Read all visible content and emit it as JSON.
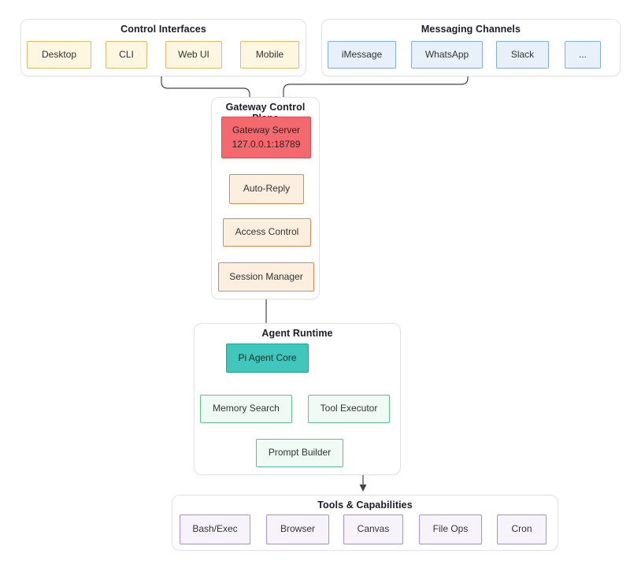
{
  "diagram": {
    "groups": {
      "control_interfaces": {
        "title": "Control Interfaces",
        "nodes": {
          "desktop": "Desktop",
          "cli": "CLI",
          "web_ui": "Web UI",
          "mobile": "Mobile"
        }
      },
      "messaging_channels": {
        "title": "Messaging Channels",
        "nodes": {
          "imessage": "iMessage",
          "whatsapp": "WhatsApp",
          "slack": "Slack",
          "more": "..."
        }
      },
      "gateway_control_plane": {
        "title": "Gateway Control Plane",
        "nodes": {
          "gateway_server_line1": "Gateway Server",
          "gateway_server_line2": "127.0.0.1:18789",
          "auto_reply": "Auto-Reply",
          "access_control": "Access Control",
          "session_manager": "Session Manager"
        }
      },
      "agent_runtime": {
        "title": "Agent Runtime",
        "nodes": {
          "pi_agent_core": "Pi Agent Core",
          "memory_search": "Memory Search",
          "tool_executor": "Tool Executor",
          "prompt_builder": "Prompt Builder"
        }
      },
      "tools_capabilities": {
        "title": "Tools & Capabilities",
        "nodes": {
          "bash_exec": "Bash/Exec",
          "browser": "Browser",
          "canvas": "Canvas",
          "file_ops": "File Ops",
          "cron": "Cron"
        }
      }
    },
    "colors": {
      "yellow_fill": "#fdf6e1",
      "yellow_border": "#e2bb6e",
      "blue_fill": "#e8f1fa",
      "blue_border": "#84aede",
      "red_fill": "#f4696e",
      "red_border": "#d84f57",
      "orange_fill": "#fcefe0",
      "orange_border": "#dd8a50",
      "teal_fill": "#40c6ba",
      "teal_border": "#21a398",
      "mint_fill": "#effbf4",
      "mint_border": "#5cbf8d",
      "purple_fill": "#f7f3fc",
      "purple_border": "#a98fcf",
      "arrow": "#43444e"
    }
  }
}
